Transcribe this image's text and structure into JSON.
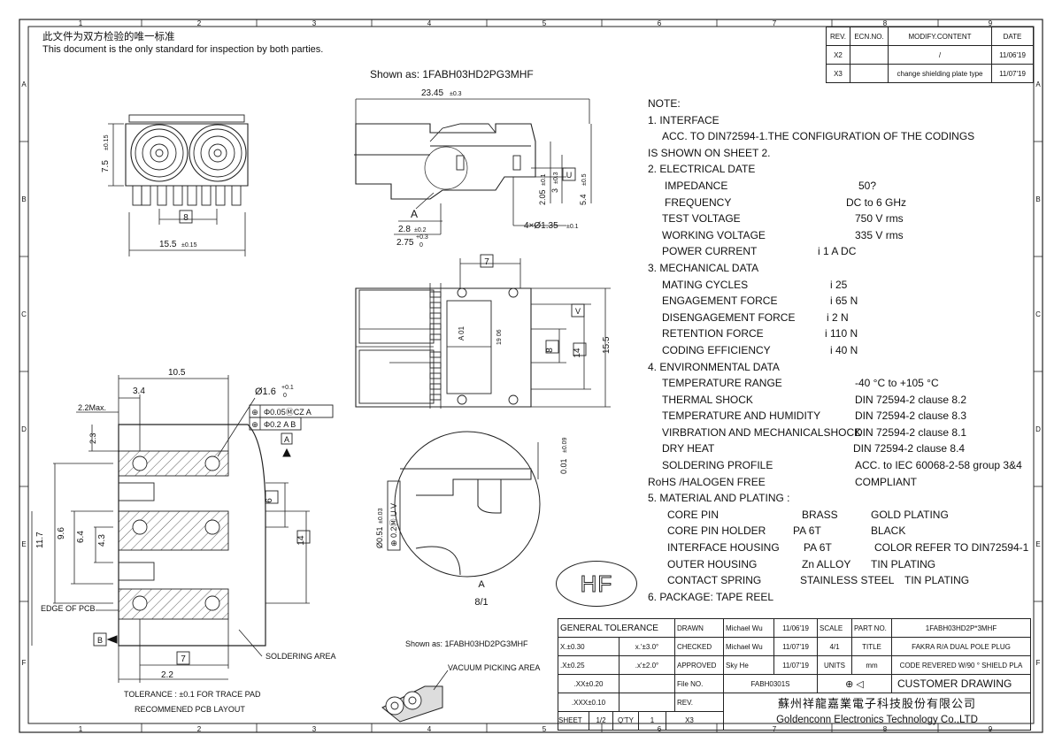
{
  "doc": {
    "cn_statement": "此文件为双方检验的唯一标准",
    "en_statement": "This document is the only standard for inspection by both parties."
  },
  "shown_as_top": "Shown as: 1FABH03HD2PG3MHF",
  "shown_as_bottom": "Shown as: 1FABH03HD2PG3MHF",
  "grid": {
    "cols": [
      "1",
      "2",
      "3",
      "4",
      "5",
      "6",
      "7",
      "8",
      "9"
    ],
    "rows": [
      "A",
      "B",
      "C",
      "D",
      "E",
      "F"
    ]
  },
  "revision": {
    "headers": [
      "REV.",
      "ECN.NO.",
      "MODIFY.CONTENT",
      "DATE"
    ],
    "rows": [
      {
        "rev": "X2",
        "ecn": "",
        "content": "/",
        "date": "11/06'19"
      },
      {
        "rev": "X3",
        "ecn": "",
        "content": "change shielding  plate type",
        "date": "11/07'19"
      }
    ]
  },
  "dims": {
    "front": {
      "width": "15.5",
      "width_tol": "±0.15",
      "height": "7.5",
      "height_tol": "±0.15",
      "box": "8"
    },
    "side": {
      "length": "23.45",
      "length_tol": "±0.3",
      "d1": "2.8",
      "d1_tol": "±0.2",
      "d2": "2.75",
      "d2_tol_up": "+0.3",
      "d2_tol_dn": "0",
      "h1": "2.05",
      "h1_tol": "±0.1",
      "h2": "3",
      "h2_tol": "±0.3",
      "h3": "5.4",
      "h3_tol": "±0.5",
      "holes": "4×Ø1.35",
      "holes_tol": "±0.1",
      "datum_u": "U",
      "label_a": "A"
    },
    "top": {
      "box7": "7",
      "box8": "8",
      "box14": "14",
      "h": "15.5",
      "datum_v": "V",
      "text_a01": "A 01",
      "text_1906": "19 06"
    },
    "pcb": {
      "w105": "10.5",
      "w34": "3.4",
      "max22": "2.2Max.",
      "h23": "2.3",
      "h117": "11.7",
      "h96": "9.6",
      "h64": "6.4",
      "h43": "4.3",
      "box6": "6",
      "box14": "14",
      "box7": "7",
      "w22": "2.2",
      "dia": "Ø1.6",
      "dia_tol_up": "+0.1",
      "dia_tol_dn": "0",
      "fcf1": "Φ0.05ⓂCZ A",
      "fcf1_sym": "⊕",
      "fcf2": "Φ0.2 A B",
      "fcf2_sym": "⊕",
      "datum_a": "A",
      "datum_b": "B",
      "edge_label": "EDGE OF PCB",
      "solder_label": "SOLDERING AREA",
      "tol_label": "TOLERANCE :  ±0.1  FOR TRACE PAD",
      "layout_label": "RECOMMENED PCB LAYOUT"
    },
    "detail": {
      "gap": "0.01",
      "gap_tol": "±0.09",
      "dia": "Ø0.51",
      "dia_tol": "±0.03",
      "fcf": "⊕ 0.2Ⓜ U V",
      "label": "A",
      "scale": "8/1"
    }
  },
  "vacuum_label": "VACUUM PICKING AREA",
  "hf_mark": "HF",
  "notes": [
    {
      "indent": 0,
      "text": "NOTE:"
    },
    {
      "indent": 0,
      "text": "1. INTERFACE"
    },
    {
      "indent": 16,
      "text": "ACC. TO DIN72594-1.THE CONFIGURATION OF THE CODINGS"
    },
    {
      "indent": 0,
      "text": "IS SHOWN ON SHEET 2."
    },
    {
      "indent": 0,
      "text": "2. ELECTRICAL DATE"
    },
    {
      "indent": 19,
      "text": "IMPEDANCE",
      "value": "50?",
      "vx": 238
    },
    {
      "indent": 19,
      "text": "FREQUENCY",
      "value": "DC to 6 GHz",
      "vx": 224
    },
    {
      "indent": 16,
      "text": "TEST VOLTAGE",
      "value": "750 V rms",
      "vx": 234
    },
    {
      "indent": 16,
      "text": "WORKING VOLTAGE",
      "value": "335 V rms",
      "vx": 234
    },
    {
      "indent": 16,
      "text": "POWER CURRENT",
      "value": "i 1 A DC",
      "vx": 192
    },
    {
      "indent": 0,
      "text": "3. MECHANICAL DATA"
    },
    {
      "indent": 16,
      "text": "MATING CYCLES",
      "value": "i 25",
      "vx": 206
    },
    {
      "indent": 16,
      "text": "ENGAGEMENT FORCE",
      "value": "i 65 N",
      "vx": 206
    },
    {
      "indent": 16,
      "text": "DISENGAGEMENT FORCE",
      "value": "i 2 N",
      "vx": 202
    },
    {
      "indent": 16,
      "text": "RETENTION FORCE",
      "value": "i 110 N",
      "vx": 200
    },
    {
      "indent": 16,
      "text": "CODING EFFICIENCY",
      "value": "i 40 N",
      "vx": 206
    },
    {
      "indent": 0,
      "text": "4. ENVIRONMENTAL DATA"
    },
    {
      "indent": 16,
      "text": "TEMPERATURE RANGE",
      "value": "-40 °C to +105 °C",
      "vx": 234
    },
    {
      "indent": 16,
      "text": "THERMAL SHOCK",
      "value": "DIN 72594-2 clause 8.2",
      "vx": 234
    },
    {
      "indent": 16,
      "text": "TEMPERATURE AND HUMIDITY",
      "value": "DIN 72594-2 clause 8.3",
      "vx": 234
    },
    {
      "indent": 16,
      "text": "VIRBRATION AND MECHANICALSHOCK",
      "value": "DIN 72594-2 clause 8.1",
      "vx": 234
    },
    {
      "indent": 16,
      "text": "DRY HEAT",
      "value": "DIN 72594-2 clause 8.4",
      "vx": 232
    },
    {
      "indent": 16,
      "text": "SOLDERING PROFILE",
      "value": "ACC. to IEC 60068-2-58 group 3&4",
      "vx": 234
    },
    {
      "indent": 0,
      "text": "RoHS  /HALOGEN FREE",
      "value": "COMPLIANT",
      "vx": 234
    },
    {
      "indent": 0,
      "text": "5. MATERIAL AND PLATING :"
    },
    {
      "indent": 22,
      "text": "CORE PIN",
      "value": "BRASS",
      "vx": 174,
      "value2": "GOLD PLATING",
      "vx2": 252
    },
    {
      "indent": 22,
      "text": "CORE PIN HOLDER",
      "value": "PA 6T",
      "vx": 164,
      "value2": "BLACK",
      "vx2": 252
    },
    {
      "indent": 22,
      "text": "INTERFACE HOUSING",
      "value": "PA 6T",
      "vx": 176,
      "value2": "COLOR REFER TO DIN72594-1",
      "vx2": 256
    },
    {
      "indent": 22,
      "text": "OUTER  HOUSING",
      "value": "Zn ALLOY",
      "vx": 174,
      "value2": "TIN PLATING",
      "vx2": 252
    },
    {
      "indent": 22,
      "text": "CONTACT SPRING",
      "value": "STAINLESS STEEL",
      "vx": 172,
      "value2": "TIN PLATING",
      "vx2": 290
    },
    {
      "indent": 0,
      "text": "6. PACKAGE:   TAPE REEL"
    }
  ],
  "title_block": {
    "general_tolerance": "GENERAL TOLERANCE",
    "tol_rows": [
      {
        "a": "X.±0.30",
        "b": "x.'±3.0°"
      },
      {
        "a": ".X±0.25",
        "b": ".x'±2.0°"
      },
      {
        "a": ".XX±0.20",
        "b": ""
      },
      {
        "a": ".XXX±0.10",
        "b": ""
      }
    ],
    "drawn_label": "DRAWN",
    "drawn_by": "Michael Wu",
    "drawn_date": "11/06'19",
    "checked_label": "CHECKED",
    "checked_by": "Michael Wu",
    "checked_date": "11/07'19",
    "approved_label": "APPROVED",
    "approved_by": "Sky He",
    "approved_date": "11/07'19",
    "scale_label": "SCALE",
    "scale": "4/1",
    "units_label": "UNITS",
    "units": "mm",
    "part_label": "PART NO.",
    "part_no": "1FABH03HD2P*3MHF",
    "title_label": "TITLE",
    "title_1": "FAKRA R/A DUAL POLE PLUG",
    "title_2": "CODE REVERED W/90   ° SHIELD PLA",
    "file_label": "File NO.",
    "file_no": "FABH0301S",
    "projection_symbol": "⊕ ◁",
    "customer": "CUSTOMER DRAWING",
    "rev_label": "REV.",
    "company_cn": "蘇州祥龍嘉業電子科技股份有限公司",
    "company_en": "Goldenconn Electronics Technology Co.,LTD",
    "sheet_label": "SHEET",
    "sheet": "1/2",
    "qty_label": "Q'TY",
    "qty": "1",
    "rev": "X3"
  }
}
